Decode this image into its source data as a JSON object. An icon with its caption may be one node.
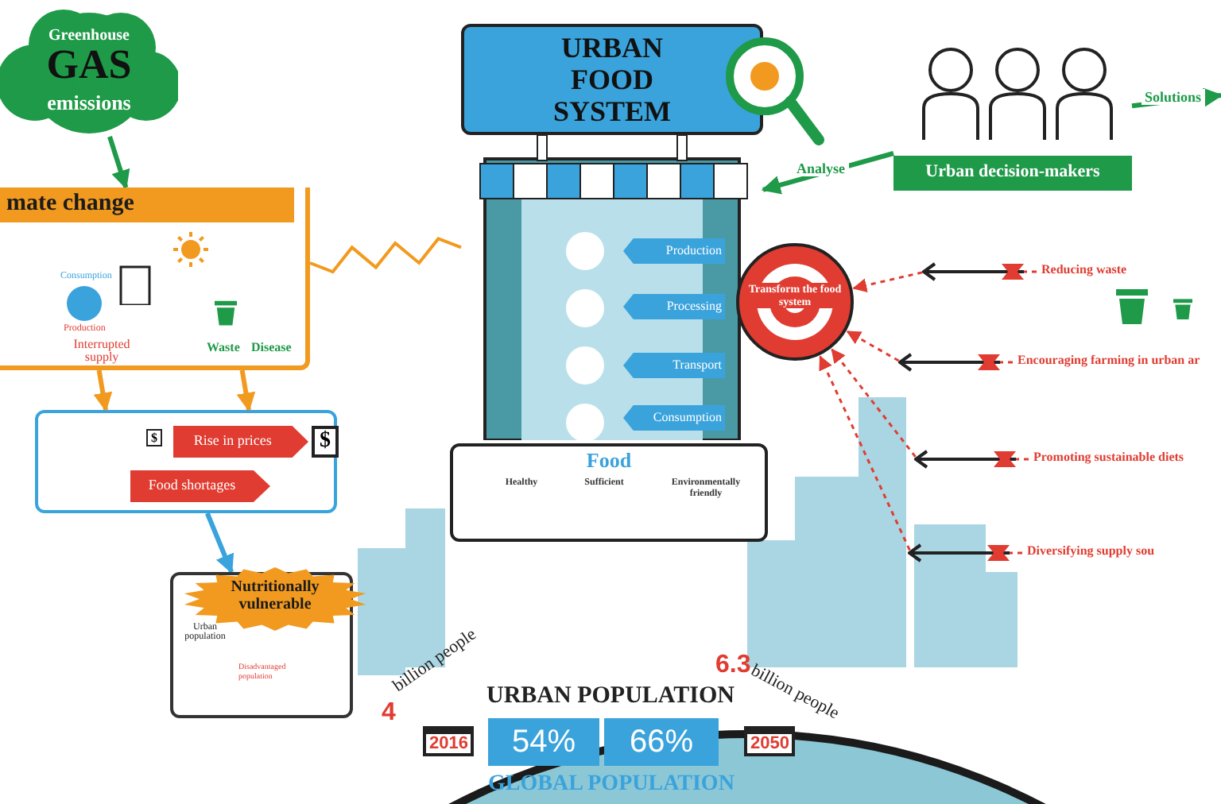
{
  "diagram": {
    "nodes": [
      {
        "text": [
          "Greenhouse",
          "GAS",
          "emissions"
        ]
      },
      {
        "text": [
          "mate change"
        ]
      },
      {
        "text": [],
        "shape": "box"
      },
      {
        "text": [
          "Rise in prices"
        ],
        "in": 2
      },
      {
        "text": [
          "Food shortages"
        ],
        "in": 2
      },
      {
        "text": [
          "Nutritionally vulnerable"
        ]
      },
      {
        "text": [
          "URBAN FOOD SYSTEM"
        ]
      },
      {
        "text": [
          "Production"
        ],
        "in": 6
      },
      {
        "text": [
          "Processing"
        ],
        "in": 6
      },
      {
        "text": [
          "Transport"
        ],
        "in": 6
      },
      {
        "text": [
          "Consumption"
        ],
        "in": 6
      },
      {
        "text": [
          "Food",
          "Healthy",
          "Sufficient",
          "Environmentally friendly"
        ]
      },
      {
        "text": [
          "Transform the food system"
        ]
      },
      {
        "text": [
          "Urban decision-makers"
        ]
      },
      {
        "text": [
          "Reducing waste"
        ]
      },
      {
        "text": [
          "Encouraging farming in urban ar"
        ]
      },
      {
        "text": [
          "Promoting sustainable diets"
        ]
      },
      {
        "text": [
          "Diversifying supply sou"
        ]
      }
    ],
    "edges": [
      {
        "from": 0,
        "to": 1,
        "arrow": "to",
        "color": "#1e9a48"
      },
      {
        "from": 1,
        "to": 2,
        "arrow": "to",
        "color": "#f29a1f"
      },
      {
        "from": 1,
        "to": 2,
        "arrow": "to",
        "color": "#f29a1f"
      },
      {
        "from": 2,
        "to": 5,
        "arrow": "to",
        "color": "#3aa3dc"
      },
      {
        "from": 1,
        "to": 6,
        "arrow": "none",
        "color": "#f29a1f"
      },
      {
        "from": 13,
        "to": 6,
        "arrow": "to",
        "label": "Analyse",
        "color": "#1e9a48"
      },
      {
        "from": 13,
        "to": null,
        "arrow": "to",
        "label": "Solutions",
        "color": "#1e9a48"
      },
      {
        "from": 14,
        "to": 12,
        "arrow": "to",
        "style": "dashed",
        "color": "#e03c31"
      },
      {
        "from": 15,
        "to": 12,
        "arrow": "to",
        "style": "dashed",
        "color": "#e03c31"
      },
      {
        "from": 16,
        "to": 12,
        "arrow": "to",
        "style": "dashed",
        "color": "#e03c31"
      },
      {
        "from": 17,
        "to": 12,
        "arrow": "to",
        "style": "dashed",
        "color": "#e03c31"
      }
    ],
    "labels": [
      "Consumption",
      "Production",
      "Interrupted supply",
      "Waste",
      "Disease",
      "$",
      "$",
      "Urban population",
      "Disadvantaged population",
      "4",
      "billion people",
      "2016",
      "URBAN POPULATION",
      "54%",
      "66%",
      "GLOBAL POPULATION",
      "6.3",
      "billion people",
      "2050"
    ]
  }
}
